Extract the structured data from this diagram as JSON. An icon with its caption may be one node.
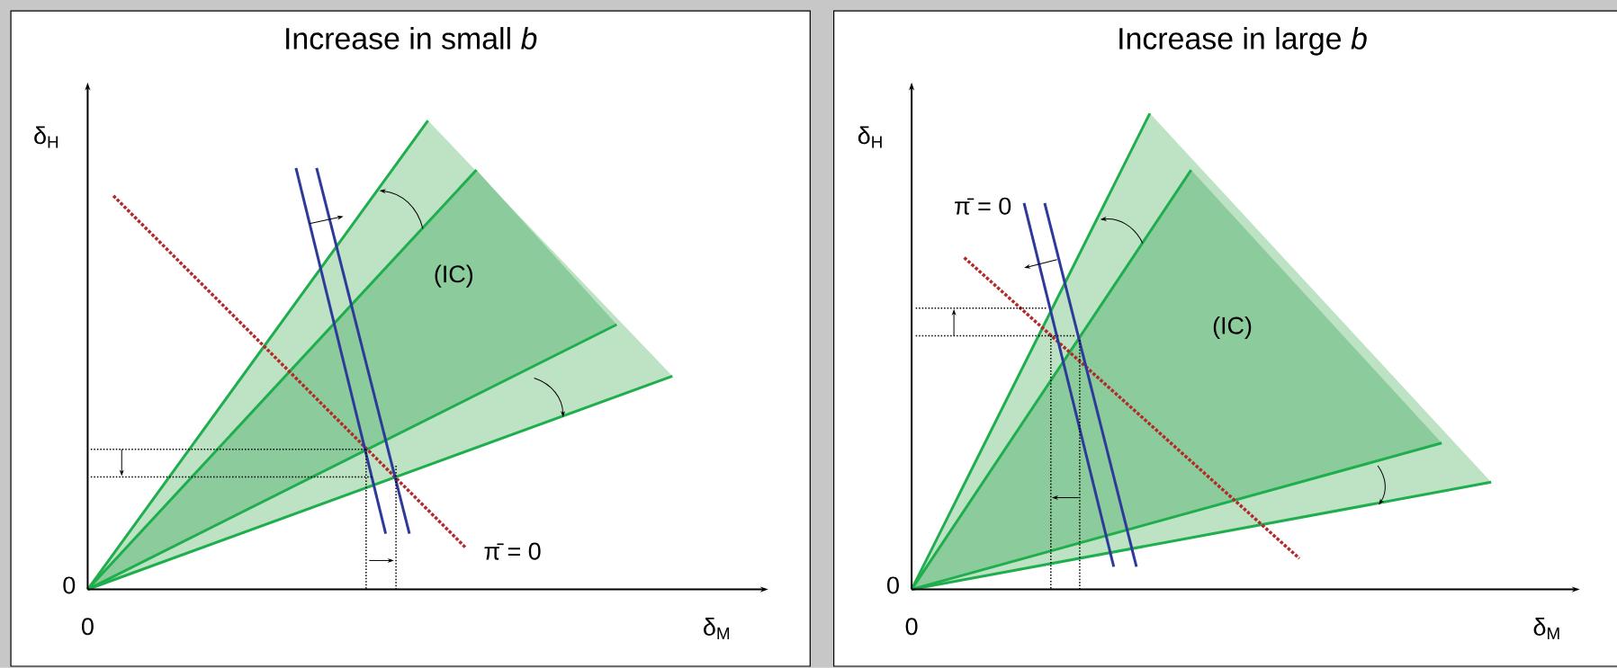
{
  "diagram": {
    "nodes": [
      {
        "text": [
          "Increase in small *b*"
        ]
      },
      {
        "text": [
          "Increase in large *b*"
        ]
      }
    ],
    "labels": [
      "δ$_{H}$",
      "(IC)",
      "0",
      "π̄ = 0",
      "0",
      "δ$_{M}$",
      "δ$_{H}$",
      "π̄ = 0",
      "(IC)",
      "0",
      "0",
      "δ$_{M}$"
    ]
  }
}
